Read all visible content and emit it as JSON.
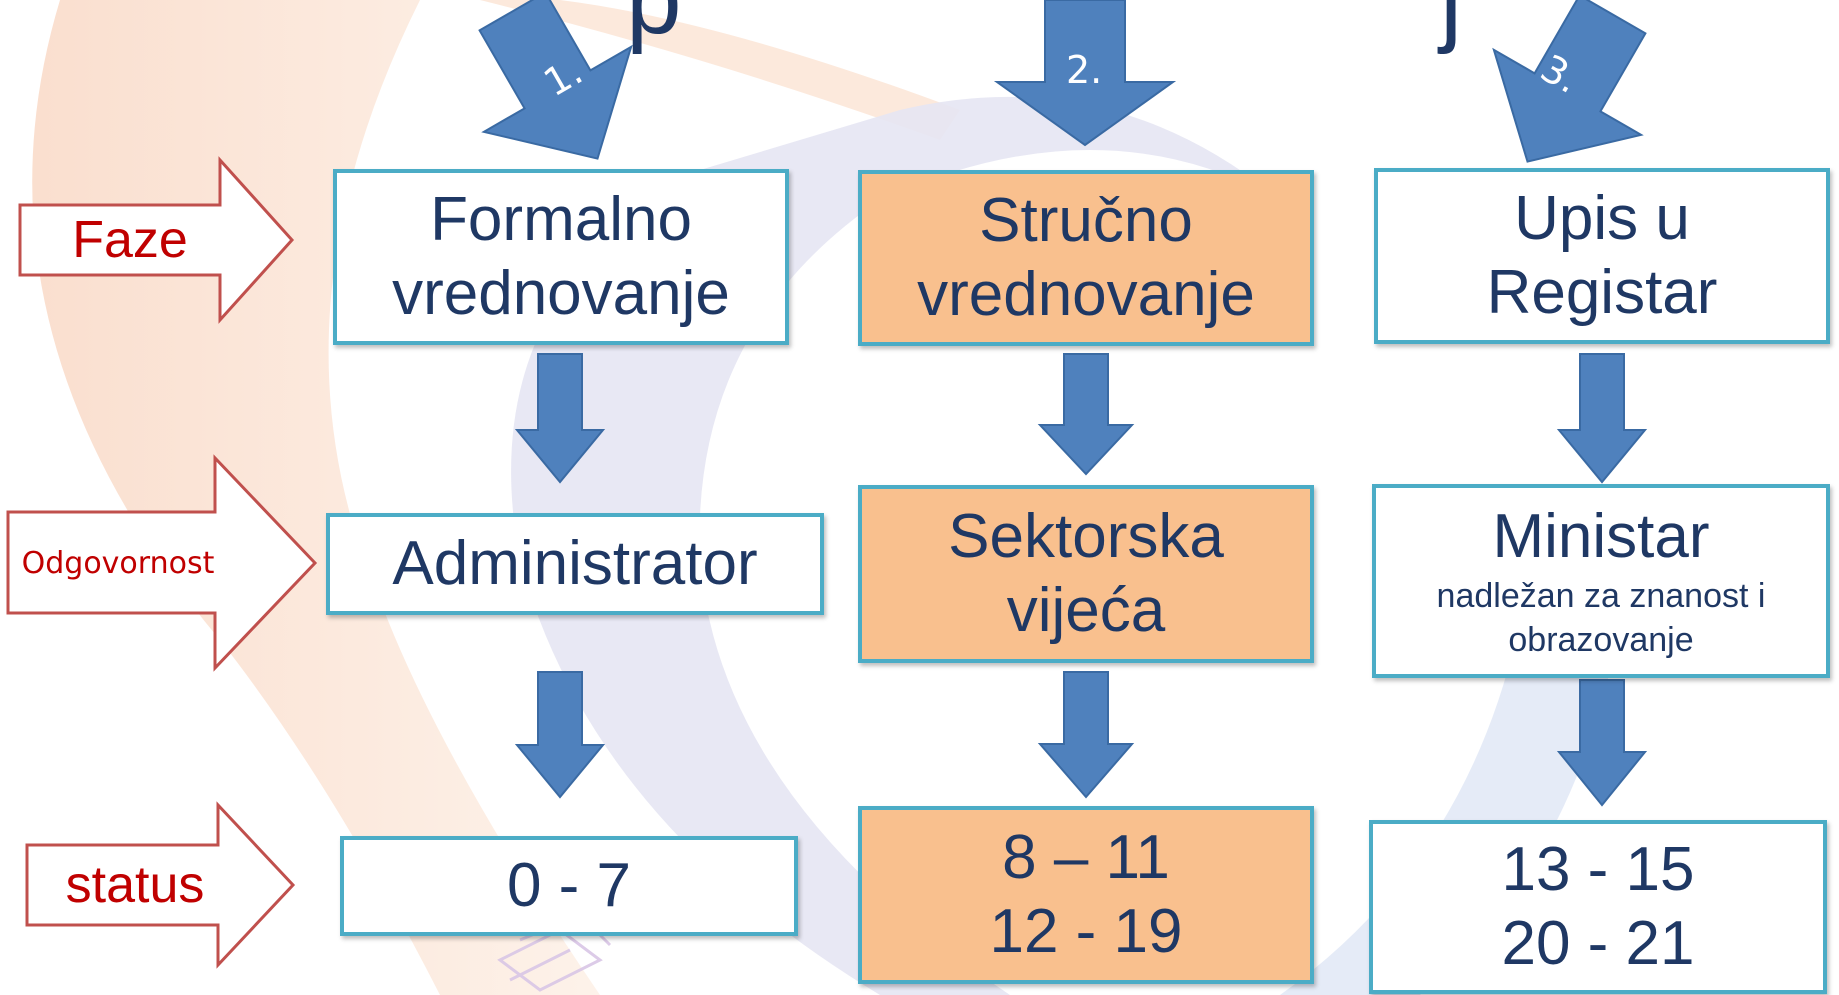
{
  "heading_fragments": {
    "left": "p",
    "right": "j"
  },
  "phase_numbers": [
    "1.",
    "2.",
    "3."
  ],
  "side_labels": {
    "faze": "Faze",
    "odgovornost": "Odgovornost",
    "status": "status"
  },
  "columns": [
    {
      "phase": [
        "Formalno",
        "vrednovanje"
      ],
      "responsibility": [
        "Administrator"
      ],
      "responsibility_note": [],
      "status": [
        "0 - 7"
      ],
      "highlight": false
    },
    {
      "phase": [
        "Stručno",
        "vrednovanje"
      ],
      "responsibility": [
        "Sektorska",
        "vijeća"
      ],
      "responsibility_note": [],
      "status": [
        "8 – 11",
        "12 - 19"
      ],
      "highlight": true
    },
    {
      "phase": [
        "Upis u",
        "Registar"
      ],
      "responsibility": [
        "Ministar"
      ],
      "responsibility_note": [
        "nadležan za znanost i",
        "obrazovanje"
      ],
      "status": [
        "13 - 15",
        "20 - 21"
      ],
      "highlight": false
    }
  ],
  "colors": {
    "box_border": "#4bacc6",
    "highlight_fill": "#f9c08e",
    "arrow_fill": "#4f81bd",
    "label_red": "#c00000",
    "text_dark": "#1f3864"
  }
}
